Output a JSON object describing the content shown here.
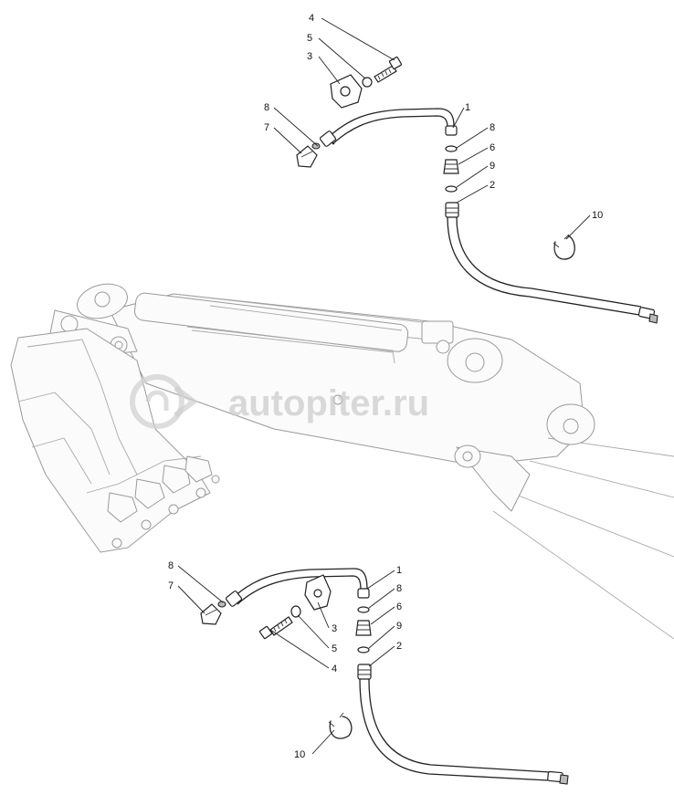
{
  "watermark": {
    "text": "autopiter.ru"
  },
  "callouts_top": [
    {
      "id": "top-4",
      "label": "4"
    },
    {
      "id": "top-5",
      "label": "5"
    },
    {
      "id": "top-3",
      "label": "3"
    },
    {
      "id": "top-8-left",
      "label": "8"
    },
    {
      "id": "top-7",
      "label": "7"
    },
    {
      "id": "top-1",
      "label": "1"
    },
    {
      "id": "top-8-right",
      "label": "8"
    },
    {
      "id": "top-6",
      "label": "6"
    },
    {
      "id": "top-9",
      "label": "9"
    },
    {
      "id": "top-2",
      "label": "2"
    },
    {
      "id": "top-10",
      "label": "10"
    }
  ],
  "callouts_bottom": [
    {
      "id": "bot-8-left",
      "label": "8"
    },
    {
      "id": "bot-7",
      "label": "7"
    },
    {
      "id": "bot-1",
      "label": "1"
    },
    {
      "id": "bot-8-right",
      "label": "8"
    },
    {
      "id": "bot-6",
      "label": "6"
    },
    {
      "id": "bot-3",
      "label": "3"
    },
    {
      "id": "bot-9",
      "label": "9"
    },
    {
      "id": "bot-5",
      "label": "5"
    },
    {
      "id": "bot-2",
      "label": "2"
    },
    {
      "id": "bot-4",
      "label": "4"
    },
    {
      "id": "bot-10",
      "label": "10"
    }
  ]
}
